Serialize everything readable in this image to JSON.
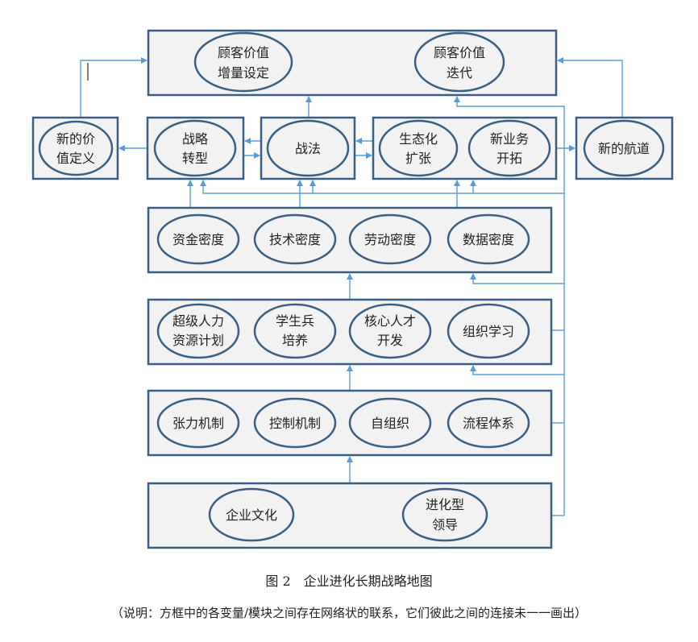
{
  "top_box": {
    "left": [
      "顾客价值",
      "增量设定"
    ],
    "right": [
      "顾客价值",
      "迭代"
    ]
  },
  "row1": {
    "new_value": [
      "新的价",
      "值定义"
    ],
    "strategy": [
      "战略",
      "转型"
    ],
    "tactics": "战法",
    "eco": [
      "生态化",
      "扩张"
    ],
    "new_biz": [
      "新业务",
      "开拓"
    ],
    "new_track": "新的航道"
  },
  "row2": [
    "资金密度",
    "技术密度",
    "劳动密度",
    "数据密度"
  ],
  "row3": [
    [
      "超级人力",
      "资源计划"
    ],
    [
      "学生兵",
      "培养"
    ],
    [
      "核心人才",
      "开发"
    ],
    [
      "组织学习"
    ]
  ],
  "row4": [
    "张力机制",
    "控制机制",
    "自组织",
    "流程体系"
  ],
  "row5": {
    "culture": "企业文化",
    "leadership": [
      "进化型",
      "领导"
    ]
  },
  "caption": "图 2　企业进化长期战略地图",
  "note": "（说明：方框中的各变量/模块之间存在网络状的联系，它们彼此之间的连接未一一画出）"
}
